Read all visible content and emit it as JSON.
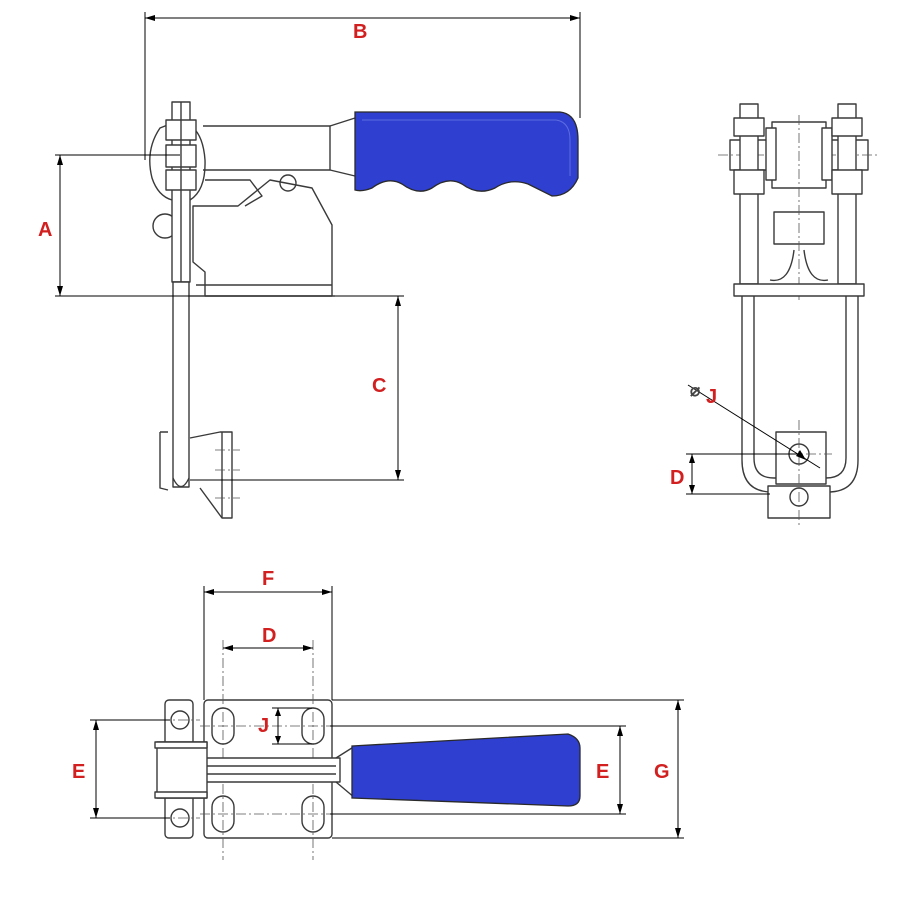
{
  "labels": {
    "a": "A",
    "b": "B",
    "c": "C",
    "d": "D",
    "e": "E",
    "f": "F",
    "g": "G",
    "j": "J",
    "phi": "⌀"
  },
  "colors": {
    "handle_grip": "#2f3fd0",
    "dimension_label": "#d21f1f",
    "outline": "#3a3a3a"
  }
}
